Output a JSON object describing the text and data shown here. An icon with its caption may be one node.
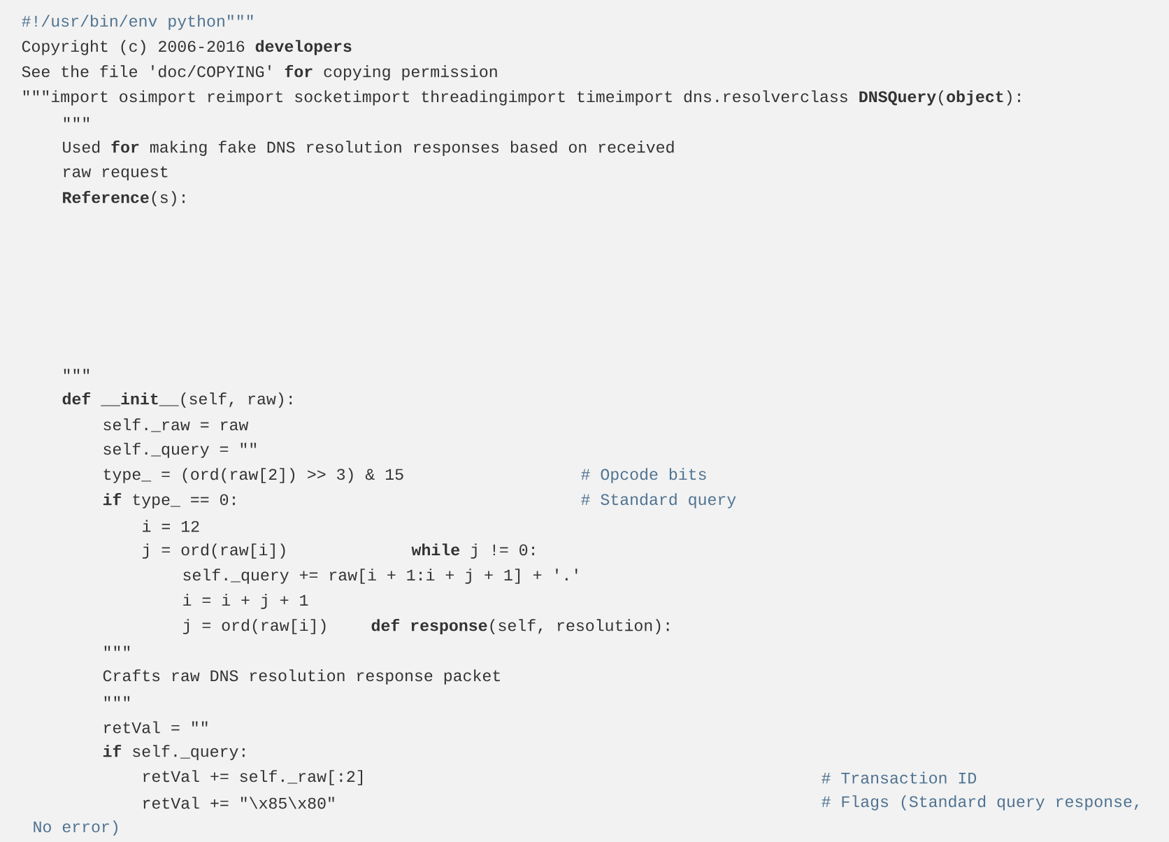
{
  "diagram": {
    "labels": [
      "#!/usr/bin/env python\"\"\"",
      "Copyright (c) 2006-2016 **developers**",
      "See the file 'doc/COPYING' **for** copying permission",
      "\"\"\"import osimport reimport socketimport threadingimport timeimport dns.resolverclass **DNSQuery**(**object**):",
      "\"\"\"",
      "Used **for** making fake DNS resolution responses based on received",
      "raw request",
      "**Reference**(s):",
      "\"\"\"",
      "**def** **__init__**(self, raw):",
      "self._raw = raw",
      "self._query = \"\"",
      "type_ = (ord(raw[2]) >> 3) & 15",
      "# Opcode bits",
      "**if** type_ == 0:",
      "# Standard query",
      "i = 12",
      "j = ord(raw[i])",
      "**while** j != 0:",
      "self._query += raw[i + 1:i + j + 1] + '.'",
      "i = i + j + 1",
      "j = ord(raw[i])",
      "**def** **response**(self, resolution):",
      "\"\"\"",
      "Crafts raw DNS resolution response packet",
      "\"\"\"",
      "retVal = \"\"",
      "**if** self._query:",
      "retVal += self._raw[:2]",
      "# Transaction ID",
      "retVal += \"\\x85\\x80\"",
      "# Flags (Standard query response,",
      "No error)"
    ]
  }
}
